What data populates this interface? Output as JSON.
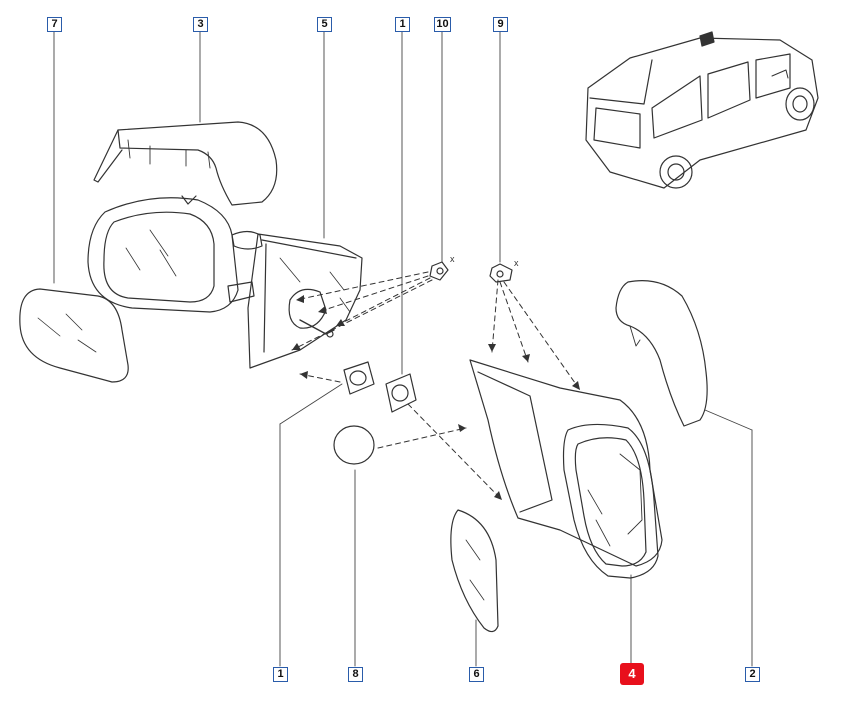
{
  "diagram": {
    "callouts": [
      {
        "id": "c7",
        "label": "7"
      },
      {
        "id": "c3",
        "label": "3"
      },
      {
        "id": "c5",
        "label": "5"
      },
      {
        "id": "c1_top",
        "label": "1"
      },
      {
        "id": "c10",
        "label": "10"
      },
      {
        "id": "c9",
        "label": "9"
      },
      {
        "id": "c1_bottom",
        "label": "1"
      },
      {
        "id": "c8",
        "label": "8"
      },
      {
        "id": "c6",
        "label": "6"
      },
      {
        "id": "c4",
        "label": "4"
      },
      {
        "id": "c2",
        "label": "2"
      }
    ],
    "highlighted_part": "4",
    "screw_marks": [
      "x",
      "x"
    ],
    "colors": {
      "callout_border": "#2a5caa",
      "highlight": "#e8101c",
      "line": "#333333"
    }
  }
}
